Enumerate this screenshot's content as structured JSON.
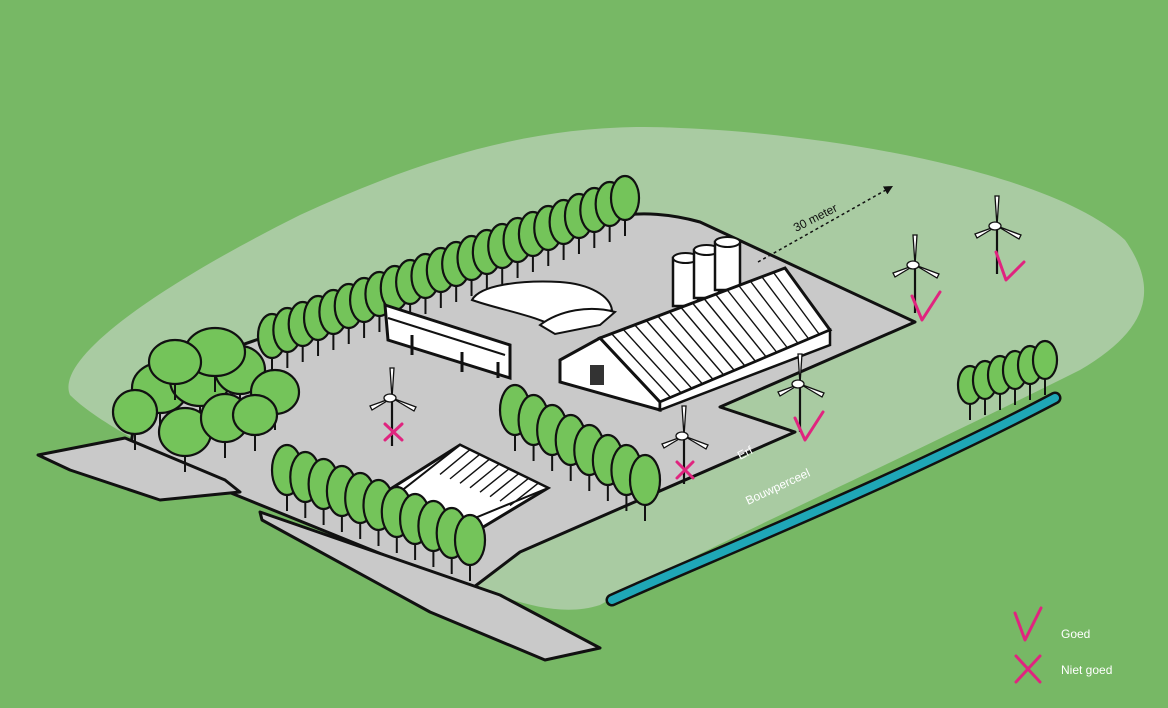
{
  "labels": {
    "distance": "30 meter",
    "erf": "Erf",
    "bouwperceel": "Bouwperceel"
  },
  "legend": {
    "good": "Goed",
    "bad": "Niet goed"
  },
  "colors": {
    "background": "#77b865",
    "plot_zone": "#a9cba2",
    "yard": "#c9c9c9",
    "tree": "#74c45a",
    "ditch": "#1fa7b7",
    "mark": "#e0247f",
    "outline": "#111111"
  },
  "icons": [
    "wind-turbine-icon",
    "check-mark-icon",
    "cross-mark-icon",
    "tree-icon"
  ]
}
